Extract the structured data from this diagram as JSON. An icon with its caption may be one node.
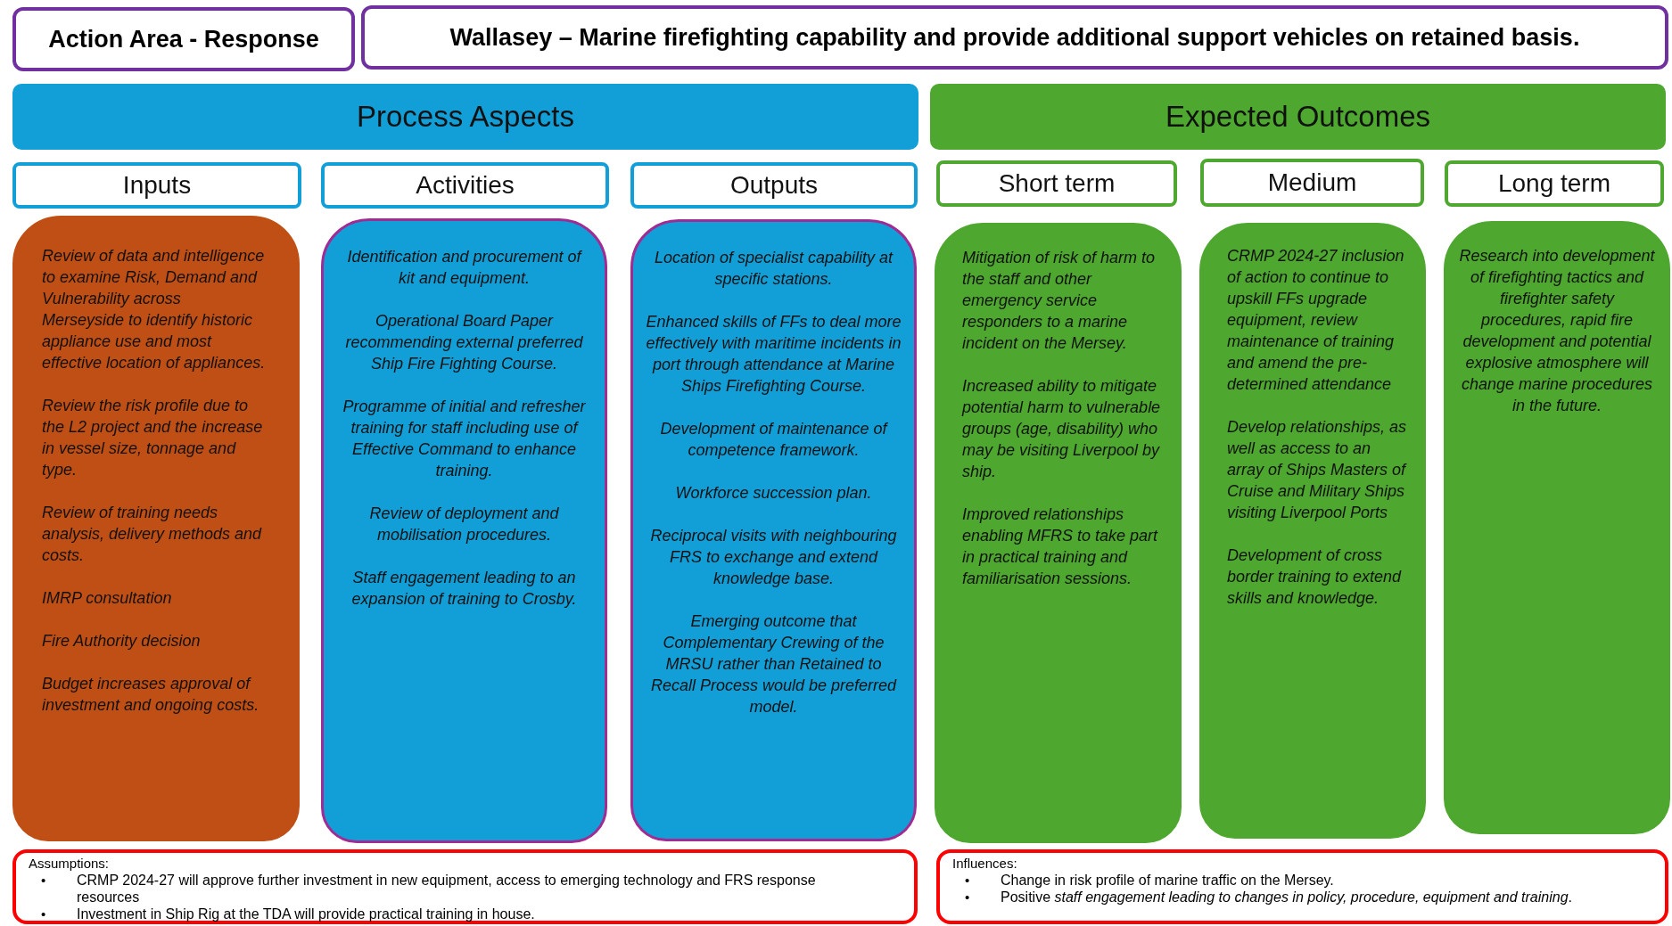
{
  "diagram": {
    "nodes": [
      {
        "text": [
          "Action Area - Response"
        ]
      },
      {
        "text": [
          "Wallasey – Marine firefighting capability and provide additional support vehicles on retained basis."
        ]
      },
      {
        "text": [
          "Process Aspects"
        ]
      },
      {
        "text": [
          "Expected Outcomes"
        ]
      },
      {
        "text": [
          "Inputs"
        ]
      },
      {
        "text": [
          "Activities"
        ]
      },
      {
        "text": [
          "Outputs"
        ]
      },
      {
        "text": [
          "Short term"
        ]
      },
      {
        "text": [
          "Medium"
        ]
      },
      {
        "text": [
          "Long term"
        ]
      },
      {
        "text": [
          "Review of data and intelligence to examine Risk, Demand and Vulnerability across Merseyside to identify historic appliance use and most effective location of appliances.",
          "Review the risk profile due to the L2 project and the increase in vessel size, tonnage and type.",
          "Review of training needs analysis, delivery methods and costs.",
          "IMRP consultation",
          "Fire Authority decision",
          "Budget increases approval  of investment and ongoing costs."
        ]
      },
      {
        "text": [
          "Identification and procurement of kit and equipment.",
          "Operational Board Paper recommending external preferred Ship Fire Fighting Course.",
          "Programme of initial and refresher training for staff including use of Effective Command to enhance training.",
          "Review of deployment and mobilisation procedures.",
          "Staff engagement leading to an expansion of training to Crosby."
        ]
      },
      {
        "text": [
          "Location of  specialist capability at specific stations.",
          "Enhanced skills of FFs to deal more effectively with maritime incidents in port through attendance at Marine Ships Firefighting Course.",
          "Development of maintenance of competence framework.",
          "Workforce succession plan.",
          "Reciprocal visits with neighbouring FRS to exchange and extend knowledge base.",
          "Emerging outcome that Complementary Crewing of the MRSU rather than Retained to Recall Process would be preferred model."
        ]
      },
      {
        "text": [
          "Mitigation of risk of harm to the staff and other emergency service responders to a marine incident on the Mersey.",
          "Increased ability to mitigate potential harm to vulnerable groups (age, disability) who may be visiting Liverpool by ship.",
          "Improved relationships enabling MFRS to take part in practical training and familiarisation sessions."
        ]
      },
      {
        "text": [
          "CRMP 2024-27 inclusion of action to continue to upskill FFs upgrade equipment, review maintenance of training and amend the pre-determined attendance",
          "Develop relationships, as well as access to an array of Ships Masters of Cruise and Military Ships visiting Liverpool Ports",
          "Development of cross border training to extend skills and knowledge."
        ]
      },
      {
        "text": [
          "Research into development of firefighting tactics and firefighter safety procedures, rapid fire development and potential explosive atmosphere will change marine procedures in the future."
        ]
      },
      {
        "text": [
          "Assumptions:",
          "•",
          "CRMP 2024-27 will approve further investment in new equipment, access to emerging technology and FRS response resources",
          "•",
          "Investment in Ship Rig at the TDA will provide practical training in house."
        ]
      },
      {
        "text": [
          "Influences:",
          "•",
          "Change in risk profile of marine traffic on the Mersey.",
          "•",
          "Positive *staff engagement leading to changes in policy, procedure, equipment and training*."
        ]
      }
    ]
  }
}
